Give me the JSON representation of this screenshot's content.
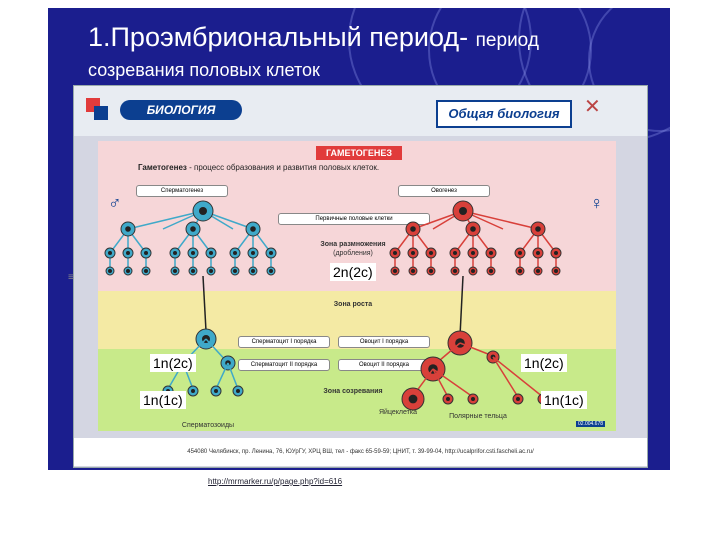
{
  "slide": {
    "title_main": "1.Проэмбриональный период-",
    "title_tail": "период",
    "title_line2": "созревания половых клеток",
    "source_url": "http://mrmarker.ru/p/page.php?id=616"
  },
  "poster": {
    "logo_text": "БИОЛОГИЯ",
    "badge": "Общая биология",
    "heading": "ГАМЕТОГЕНЕЗ",
    "definition_term": "Гаметогенез",
    "definition_rest": " - процесс образования и развития половых клеток.",
    "left_branch": "Сперматогенез",
    "right_branch": "Овогенез",
    "male_symbol": "♂",
    "female_symbol": "♀",
    "primary_cells": "Первичные половые клетки",
    "zone_division": "Зона размножения",
    "zone_division_sub": "(дробления)",
    "zone_growth": "Зона роста",
    "spermatocyte_1": "Сперматоцит I порядка",
    "oocyte_1": "Овоцит I порядка",
    "spermatocyte_2": "Сперматоцит II порядка",
    "oocyte_2": "Овоцит II порядка",
    "zone_maturation": "Зона созревания",
    "egg_cell": "Яйцеклетка",
    "polar_bodies": "Полярные тельца",
    "spermatids": "Сперматозоиды",
    "footer": "454080 Челябинск, пр. Ленина, 76, ЮУрГУ, ХРЦ ВШ, тел - факс 65-59-59; ЦНИТ, т. 39-99-04, http://ucalprifor.csti.fascheli.ac.ru/",
    "corner_code": "02.004.678"
  },
  "annotations": {
    "a1": "2n(2c)",
    "a2": "1n(2c)",
    "a3": "1n(1c)",
    "a4": "1n(2c)",
    "a5": "1n(1c)"
  },
  "colors": {
    "slide_bg": "#1b1e8e",
    "male_cell": "#3fa9c9",
    "female_cell": "#d8403a",
    "zone_pink": "#f6d6d8",
    "zone_yellow": "#f4eaa4",
    "zone_green": "#c8ea8a"
  }
}
